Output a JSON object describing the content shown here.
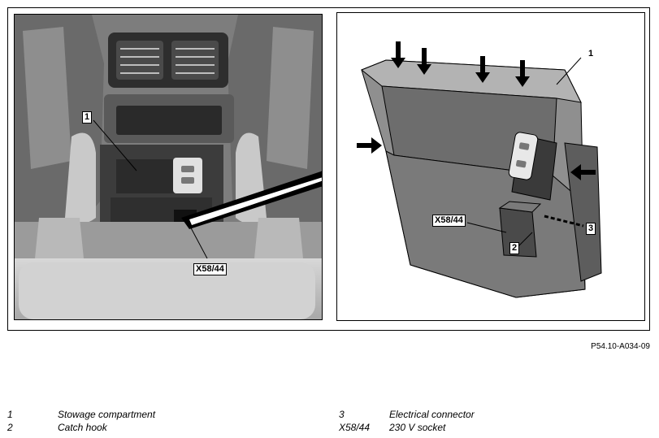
{
  "figure": {
    "code": "P54.10-A034-09",
    "left_callouts": {
      "item1": "1",
      "socket": "X58/44"
    },
    "right_callouts": {
      "item1": "1",
      "socket": "X58/44",
      "item2": "2",
      "item3": "3"
    }
  },
  "legend": [
    {
      "num": "1",
      "text": "Stowage compartment"
    },
    {
      "num": "2",
      "text": "Catch hook"
    },
    {
      "num": "3",
      "text": "Electrical connector"
    },
    {
      "num": "X58/44",
      "text": "230 V socket"
    }
  ],
  "colors": {
    "line": "#000000",
    "panel": "#ffffff",
    "dark_grey": "#3a3a3a",
    "mid_grey": "#8a8a8a",
    "light_grey": "#c8c8c8"
  }
}
